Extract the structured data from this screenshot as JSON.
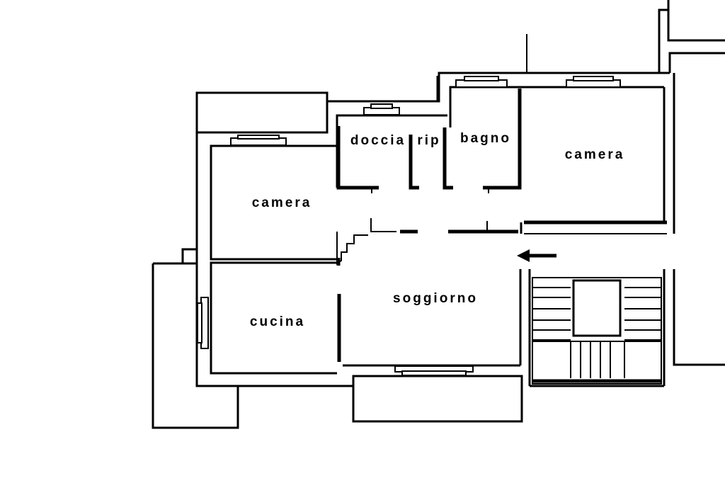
{
  "rooms": {
    "doccia": "doccia",
    "rip": "rip",
    "bagno": "bagno",
    "camera_right": "camera",
    "camera_left": "camera",
    "soggiorno": "soggiorno",
    "cucina": "cucina"
  },
  "icons": {
    "entrance": "arrow-left-icon"
  },
  "colors": {
    "line": "#000000",
    "background": "#ffffff"
  }
}
